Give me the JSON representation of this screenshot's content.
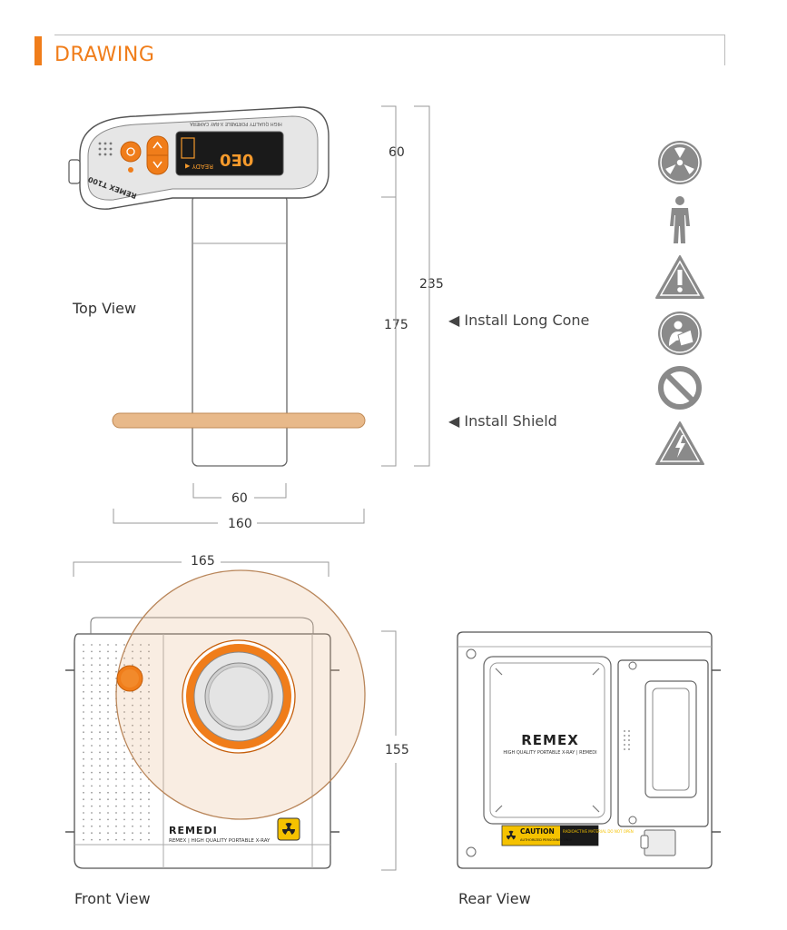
{
  "header": {
    "title": "DRAWING",
    "accent": "#f07d1a"
  },
  "views": {
    "top": "Top View",
    "front": "Front View",
    "rear": "Rear View"
  },
  "callouts": {
    "cone": "◀  Install Long Cone",
    "shield": "◀  Install Shield"
  },
  "dimensions": {
    "head": "60",
    "cone_length": "175",
    "total_length": "235",
    "cone_width": "60",
    "shield_width": "160",
    "shield_diameter": "165",
    "height": "155"
  },
  "device_text": {
    "top_panel": "HIGH QUALITY PORTABLE X-RAY CAMERA",
    "model": "REMEX T100",
    "lcd_dose": "0E0",
    "lcd_sub": "READY ◀",
    "front_brand": "REMEDI",
    "front_tagline": "REMEX | HIGH QUALITY PORTABLE X-RAY",
    "rear_brand": "REMEX",
    "rear_tagline": "HIGH QUALITY PORTABLE X-RAY | REMEDI",
    "caution": "CAUTION",
    "caution_left": "AUTHORIZED PERSONNEL ONLY",
    "caution_right": "RADIOACTIVE MATERIAL DO NOT OPEN"
  },
  "icons": [
    "radiation-icon",
    "person-icon",
    "warning-icon",
    "read-manual-icon",
    "prohibited-icon",
    "electric-hazard-icon"
  ],
  "colors": {
    "orange": "#f07d1a",
    "icon_gray": "#8a8a8a",
    "shield": "#e8b98a",
    "caution_yellow": "#f5c200"
  }
}
